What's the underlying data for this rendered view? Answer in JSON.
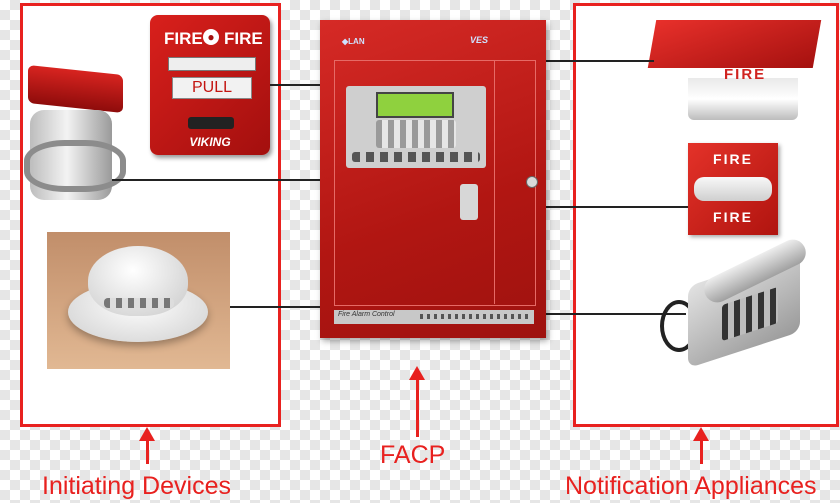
{
  "pull_station": {
    "word_left": "FIRE",
    "word_right": "FIRE",
    "label": "PULL",
    "brand": "VIKING"
  },
  "facp_panel": {
    "brand_left": "◆LAN",
    "brand_right": "VES",
    "strip_text": "Fire Alarm Control"
  },
  "ceiling_horn": {
    "word": "FIRE"
  },
  "wall_horn": {
    "word_top": "FIRE",
    "word_bottom": "FIRE"
  },
  "captions": {
    "initiating": "Initiating Devices",
    "facp": "FACP",
    "notification": "Notification Appliances"
  },
  "colors": {
    "accent_red": "#e8211f",
    "wire": "#222222"
  }
}
